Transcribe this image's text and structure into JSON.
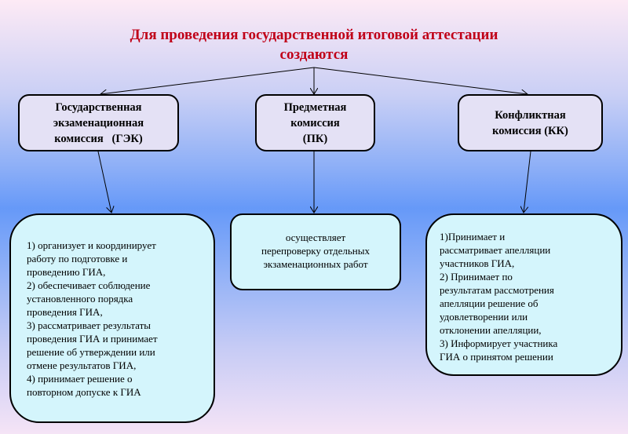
{
  "title": {
    "line1": "Для проведения государственной итоговой аттестации",
    "line2": "создаются"
  },
  "commissions": [
    {
      "name_lines": [
        "Государственная",
        "экзаменационная",
        "комиссия   (ГЭК)"
      ],
      "duties": [
        "1) организует и координирует",
        "работу по подготовке и",
        "проведению ГИА,",
        "2) обеспечивает соблюдение",
        "установленного порядка",
        "проведения ГИА,",
        "3) рассматривает результаты",
        "проведения ГИА и принимает",
        "решение об утверждении или",
        "отмене результатов ГИА,",
        "4) принимает решение о",
        "повторном допуске к ГИА"
      ]
    },
    {
      "name_lines": [
        "Предметная",
        "комиссия",
        "(ПК)"
      ],
      "duties": [
        "осуществляет",
        "перепроверку отдельных",
        "экзаменационных работ"
      ]
    },
    {
      "name_lines": [
        "Конфликтная",
        "комиссия (КК)"
      ],
      "duties": [
        "1)Принимает и",
        "рассматривает апелляции",
        "участников ГИА,",
        "2) Принимает по",
        "результатам рассмотрения",
        "апелляции решение об",
        "удовлетворении или",
        "отклонении апелляции,",
        "3) Информирует участника",
        "ГИА о принятом решении"
      ]
    }
  ],
  "colors": {
    "title": "#c00018",
    "top_box": "#e4e1f5",
    "bottom_box": "#d4f5fc"
  }
}
